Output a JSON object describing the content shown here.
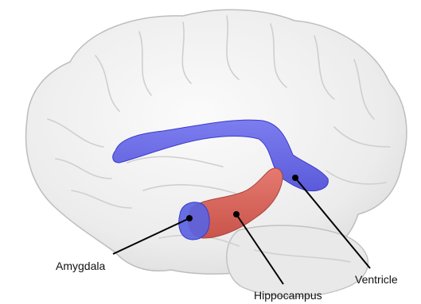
{
  "labels": {
    "amygdala": "Amygdala",
    "hippocampus": "Hippocampus",
    "ventricle": "Ventricle"
  },
  "colors": {
    "brain_fill": "#eeeeee",
    "brain_outline": "#bdbdbd",
    "ventricle": "#5b5ce6",
    "amygdala": "#5a63e0",
    "hippocampus": "#d9655c",
    "leader_line": "#000000"
  }
}
